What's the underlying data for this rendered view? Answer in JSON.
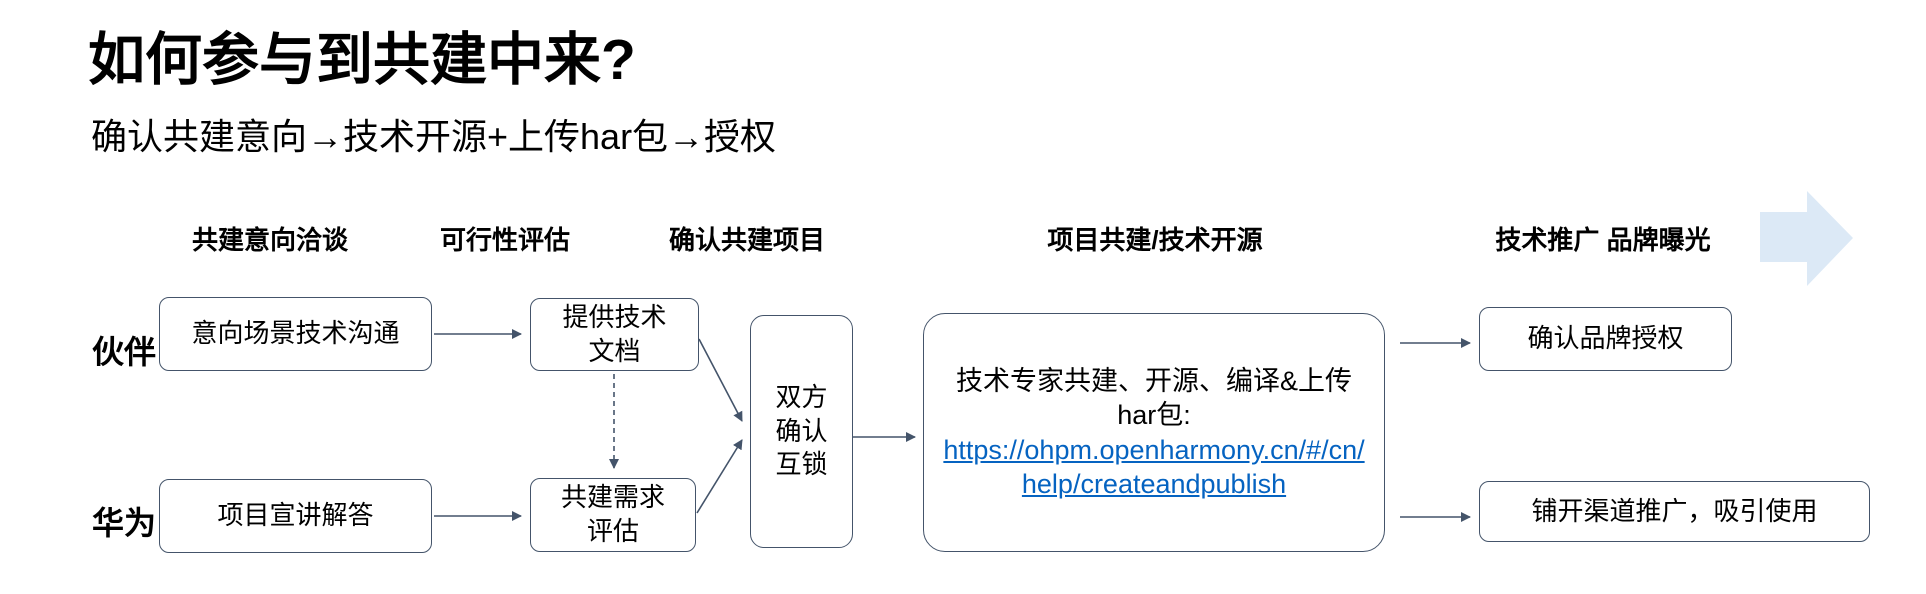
{
  "title": "如何参与到共建中来?",
  "subtitle": "确认共建意向→技术开源+上传har包→授权",
  "stage_headers": {
    "s1": "共建意向洽谈",
    "s2": "可行性评估",
    "s3": "确认共建项目",
    "s4": "项目共建/技术开源",
    "s5": "技术推广 品牌曝光"
  },
  "row_labels": {
    "partner": "伙伴",
    "huawei": "华为"
  },
  "nodes": {
    "intent_comm": "意向场景技术沟通",
    "tech_docs": "提供技术\n文档",
    "project_brief": "项目宣讲解答",
    "need_eval": "共建需求\n评估",
    "mutual_confirm": "双方\n确认\n互锁",
    "co_build_text": "技术专家共建、开源、编译&上传\nhar包:",
    "co_build_url": "https://ohpm.openharmony.cn/#/cn/help/createandpublish",
    "brand_auth": "确认品牌授权",
    "promotion": "铺开渠道推广，吸引使用"
  },
  "icons": {
    "flow_arrow": "right-block-arrow"
  },
  "colors": {
    "box_border": "#44546A",
    "connector": "#44546A",
    "link": "#0563C1",
    "chevron_fill": "#DCE9F6",
    "text": "#000000"
  }
}
